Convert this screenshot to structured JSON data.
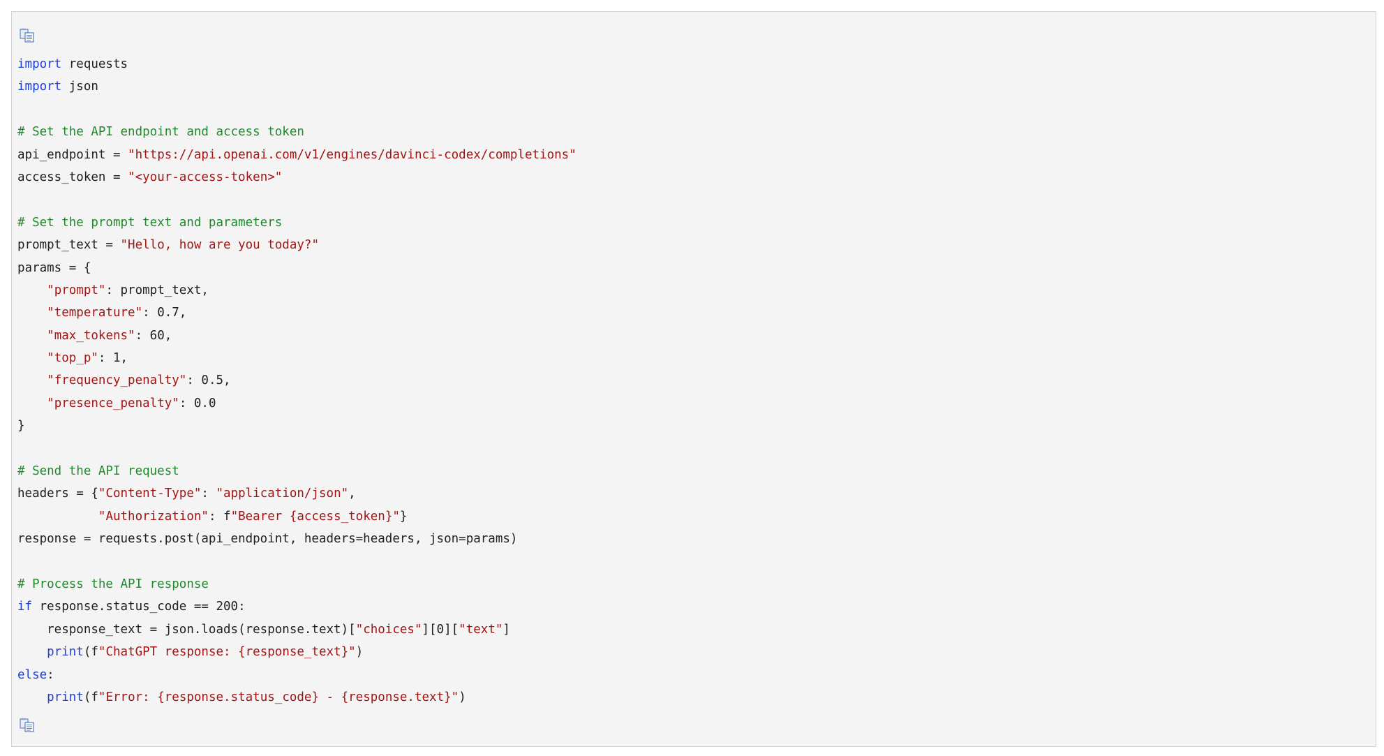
{
  "toolbar": {
    "copy_icon": "copy-clipboard-icon"
  },
  "colors": {
    "background": "#f4f4f4",
    "border": "#d2d2d2",
    "keyword": "#1f3fd0",
    "string": "#a31515",
    "comment": "#1f8a2c",
    "plain": "#202020"
  },
  "code": {
    "language": "python",
    "lines": [
      [
        {
          "t": "kw",
          "v": "import"
        },
        {
          "t": "pl",
          "v": " requests"
        }
      ],
      [
        {
          "t": "kw",
          "v": "import"
        },
        {
          "t": "pl",
          "v": " json"
        }
      ],
      [],
      [
        {
          "t": "cm",
          "v": "# Set the API endpoint and access token"
        }
      ],
      [
        {
          "t": "pl",
          "v": "api_endpoint = "
        },
        {
          "t": "str",
          "v": "\"https://api.openai.com/v1/engines/davinci-codex/completions\""
        }
      ],
      [
        {
          "t": "pl",
          "v": "access_token = "
        },
        {
          "t": "str",
          "v": "\"<your-access-token>\""
        }
      ],
      [],
      [
        {
          "t": "cm",
          "v": "# Set the prompt text and parameters"
        }
      ],
      [
        {
          "t": "pl",
          "v": "prompt_text = "
        },
        {
          "t": "str",
          "v": "\"Hello, how are you today?\""
        }
      ],
      [
        {
          "t": "pl",
          "v": "params = {"
        }
      ],
      [
        {
          "t": "pl",
          "v": "    "
        },
        {
          "t": "str",
          "v": "\"prompt\""
        },
        {
          "t": "pl",
          "v": ": prompt_text,"
        }
      ],
      [
        {
          "t": "pl",
          "v": "    "
        },
        {
          "t": "str",
          "v": "\"temperature\""
        },
        {
          "t": "pl",
          "v": ": 0.7,"
        }
      ],
      [
        {
          "t": "pl",
          "v": "    "
        },
        {
          "t": "str",
          "v": "\"max_tokens\""
        },
        {
          "t": "pl",
          "v": ": 60,"
        }
      ],
      [
        {
          "t": "pl",
          "v": "    "
        },
        {
          "t": "str",
          "v": "\"top_p\""
        },
        {
          "t": "pl",
          "v": ": 1,"
        }
      ],
      [
        {
          "t": "pl",
          "v": "    "
        },
        {
          "t": "str",
          "v": "\"frequency_penalty\""
        },
        {
          "t": "pl",
          "v": ": 0.5,"
        }
      ],
      [
        {
          "t": "pl",
          "v": "    "
        },
        {
          "t": "str",
          "v": "\"presence_penalty\""
        },
        {
          "t": "pl",
          "v": ": 0.0"
        }
      ],
      [
        {
          "t": "pl",
          "v": "}"
        }
      ],
      [],
      [
        {
          "t": "cm",
          "v": "# Send the API request"
        }
      ],
      [
        {
          "t": "pl",
          "v": "headers = {"
        },
        {
          "t": "str",
          "v": "\"Content-Type\""
        },
        {
          "t": "pl",
          "v": ": "
        },
        {
          "t": "str",
          "v": "\"application/json\""
        },
        {
          "t": "pl",
          "v": ","
        }
      ],
      [
        {
          "t": "pl",
          "v": "           "
        },
        {
          "t": "str",
          "v": "\"Authorization\""
        },
        {
          "t": "pl",
          "v": ": f"
        },
        {
          "t": "str",
          "v": "\"Bearer {access_token}\""
        },
        {
          "t": "pl",
          "v": "}"
        }
      ],
      [
        {
          "t": "pl",
          "v": "response = requests.post(api_endpoint, headers=headers, json=params)"
        }
      ],
      [],
      [
        {
          "t": "cm",
          "v": "# Process the API response"
        }
      ],
      [
        {
          "t": "kw",
          "v": "if"
        },
        {
          "t": "pl",
          "v": " response.status_code == 200:"
        }
      ],
      [
        {
          "t": "pl",
          "v": "    response_text = json.loads(response.text)["
        },
        {
          "t": "str",
          "v": "\"choices\""
        },
        {
          "t": "pl",
          "v": "][0]["
        },
        {
          "t": "str",
          "v": "\"text\""
        },
        {
          "t": "pl",
          "v": "]"
        }
      ],
      [
        {
          "t": "pl",
          "v": "    "
        },
        {
          "t": "kw",
          "v": "print"
        },
        {
          "t": "pl",
          "v": "(f"
        },
        {
          "t": "str",
          "v": "\"ChatGPT response: {response_text}\""
        },
        {
          "t": "pl",
          "v": ")"
        }
      ],
      [
        {
          "t": "kw",
          "v": "else"
        },
        {
          "t": "pl",
          "v": ":"
        }
      ],
      [
        {
          "t": "pl",
          "v": "    "
        },
        {
          "t": "kw",
          "v": "print"
        },
        {
          "t": "pl",
          "v": "(f"
        },
        {
          "t": "str",
          "v": "\"Error: {response.status_code} - {response.text}\""
        },
        {
          "t": "pl",
          "v": ")"
        }
      ]
    ]
  }
}
